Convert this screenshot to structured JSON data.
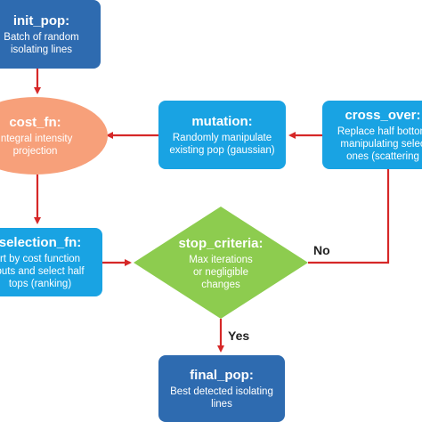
{
  "nodes": {
    "init_pop": {
      "title": "init_pop:",
      "desc": "Batch of random\nisolating lines"
    },
    "cost_fn": {
      "title": "cost_fn:",
      "desc": "Integral intensity\nprojection"
    },
    "mutation": {
      "title": "mutation:",
      "desc": "Randomly manipulate\nexisting pop (gaussian)"
    },
    "cross_over": {
      "title": "cross_over:",
      "desc": "Replace half bottom\nmanipulating selec\nones (scattering"
    },
    "selection_fn": {
      "title": "selection_fn:",
      "desc": "rt by cost function\nputs and select half\ntops (ranking)"
    },
    "stop_criteria": {
      "title": "stop_criteria:",
      "desc": "Max iterations\nor negligible\nchanges"
    },
    "final_pop": {
      "title": "final_pop:",
      "desc": "Best detected isolating\nlines"
    }
  },
  "edge_labels": {
    "no": "No",
    "yes": "Yes"
  },
  "colors": {
    "dark_box": "#2e6bb0",
    "cyan_box": "#19a3e3",
    "cost_ellipse": "#f7a07a",
    "diamond": "#8dcc4f",
    "arrow": "#d62828"
  }
}
